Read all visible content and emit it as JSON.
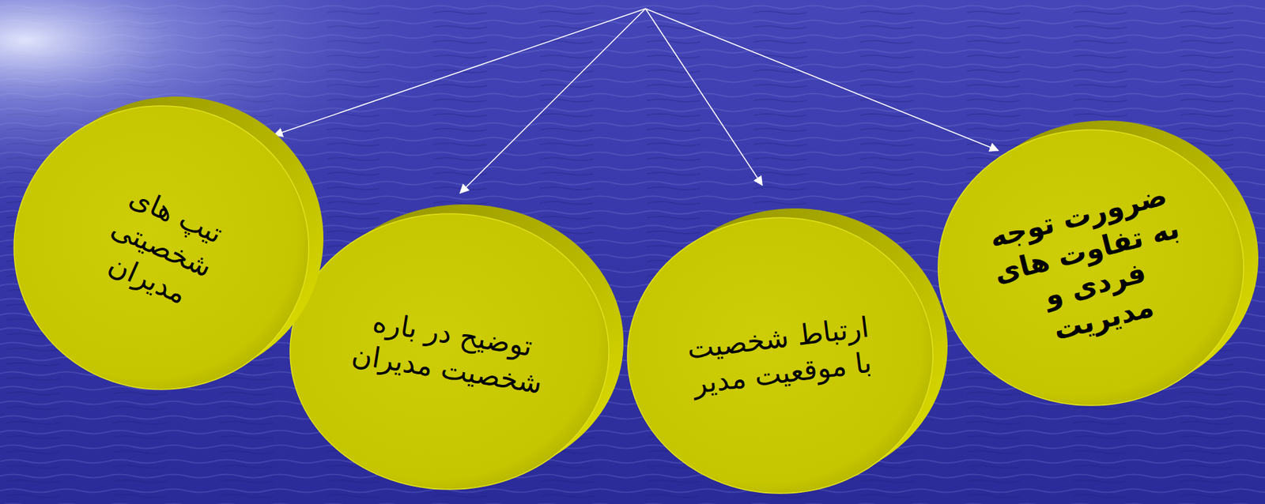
{
  "diagram": {
    "nodes": [
      {
        "text": [
          "ضرورت توجه به تفاوت های فردی و مدیریت"
        ]
      },
      {
        "text": [
          "ارتباط شخصیت با موقعیت مدیر"
        ]
      },
      {
        "text": [
          "توضیح در باره شخصیت مدیران"
        ]
      },
      {
        "text": [
          "تیپ های شخصیتی مدیران"
        ]
      }
    ]
  }
}
